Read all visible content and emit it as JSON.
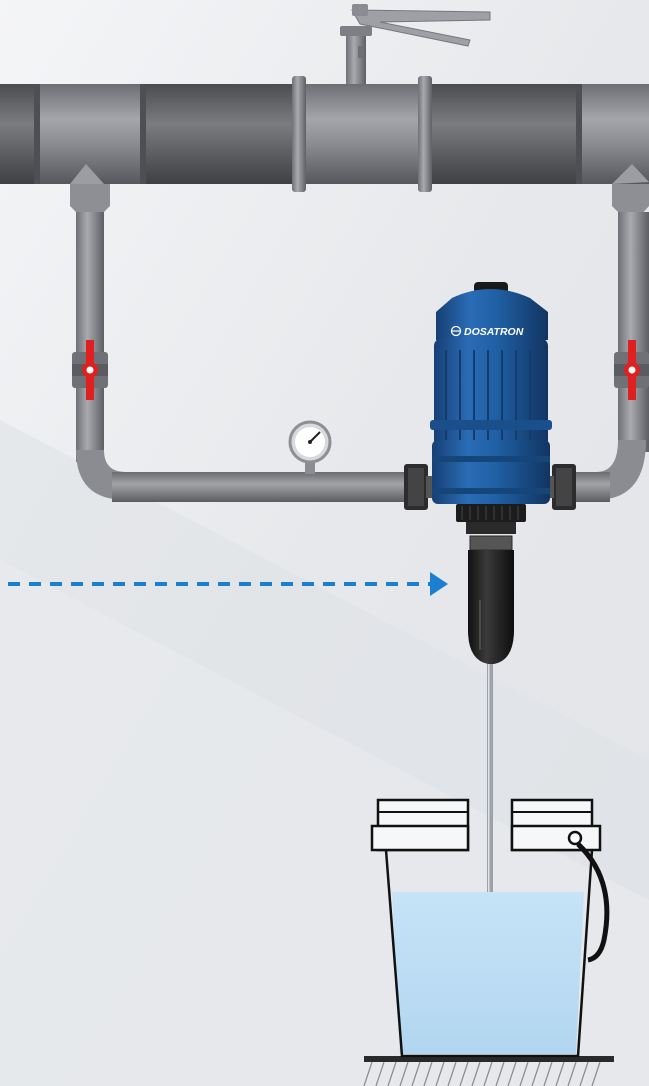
{
  "diagram": {
    "brand_label": "DOSATRON",
    "components": [
      {
        "name": "main-water-pipe",
        "icon": "pipe-icon"
      },
      {
        "name": "shutoff-valve",
        "icon": "valve-handle-icon"
      },
      {
        "name": "bypass-valve-left",
        "icon": "valve-icon"
      },
      {
        "name": "bypass-valve-right",
        "icon": "valve-icon"
      },
      {
        "name": "pressure-gauge",
        "icon": "gauge-icon"
      },
      {
        "name": "dosing-pump",
        "icon": "pump-icon"
      },
      {
        "name": "suction-tube",
        "icon": "tube-icon"
      },
      {
        "name": "concentrate-bucket",
        "icon": "bucket-icon"
      }
    ],
    "flow_arrow": {
      "style": "dashed",
      "direction": "right"
    }
  },
  "colors": {
    "background": "#eceef1",
    "pipe": "#8e9095",
    "pipe_dark": "#5e6065",
    "pump_blue": "#1f5fa3",
    "valve_red": "#e02020",
    "arrow_blue": "#1a7fd0",
    "water": "#bcdcf3",
    "bucket_stroke": "#111111"
  }
}
